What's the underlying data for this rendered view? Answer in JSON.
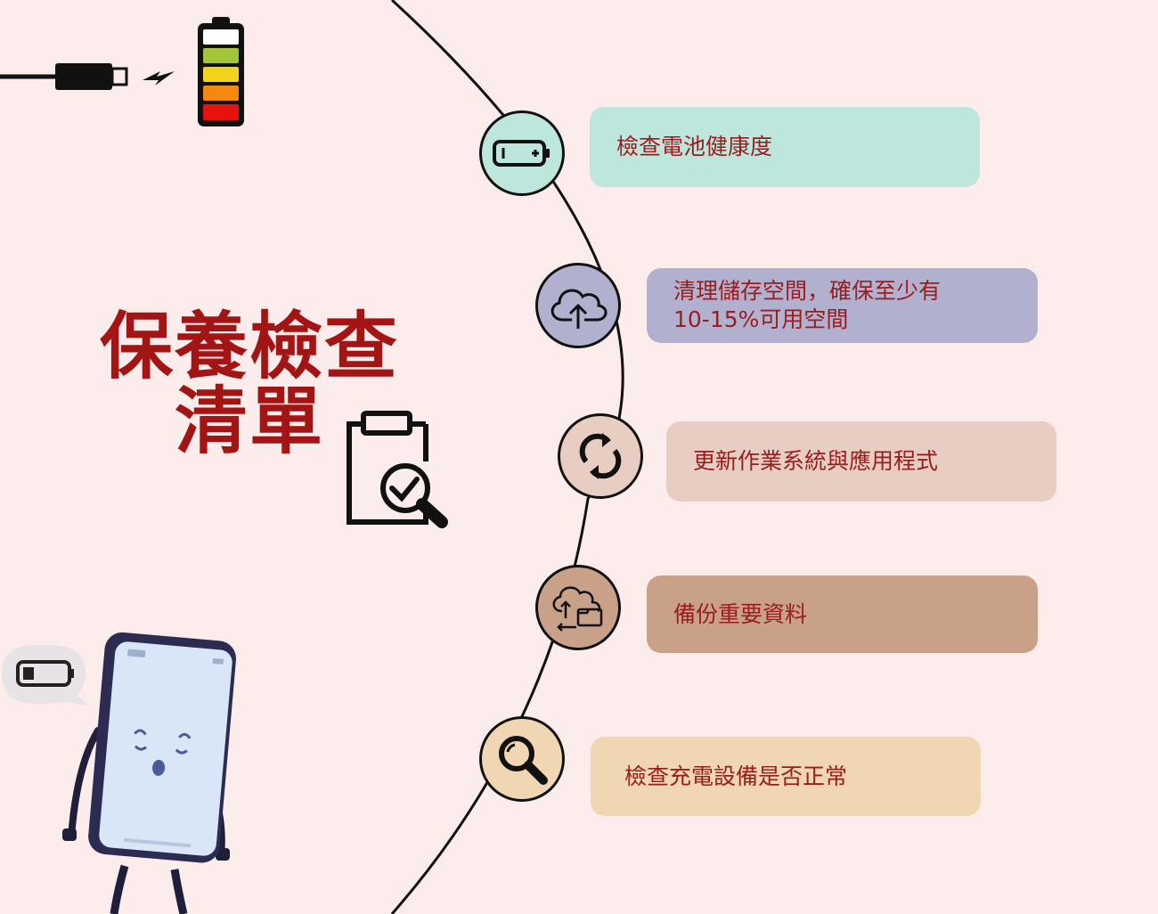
{
  "title": {
    "line1": "保養檢查",
    "line2": "清單"
  },
  "checklist": [
    {
      "label": "檢查電池健康度",
      "icon": "battery-icon",
      "color": "#bde6dc"
    },
    {
      "label": "清理儲存空間，確保至少有\n10-15%可用空間",
      "icon": "cloud-upload-icon",
      "color": "#b1b1cf"
    },
    {
      "label": "更新作業系統與應用程式",
      "icon": "refresh-icon",
      "color": "#e8cdc2"
    },
    {
      "label": "備份重要資料",
      "icon": "cloud-backup-icon",
      "color": "#c9a189"
    },
    {
      "label": "檢查充電設備是否正常",
      "icon": "magnifier-icon",
      "color": "#f0d6b2"
    }
  ],
  "colors": {
    "background": "#fdecec",
    "title": "#a31515",
    "card_text": "#9a1c1c"
  }
}
